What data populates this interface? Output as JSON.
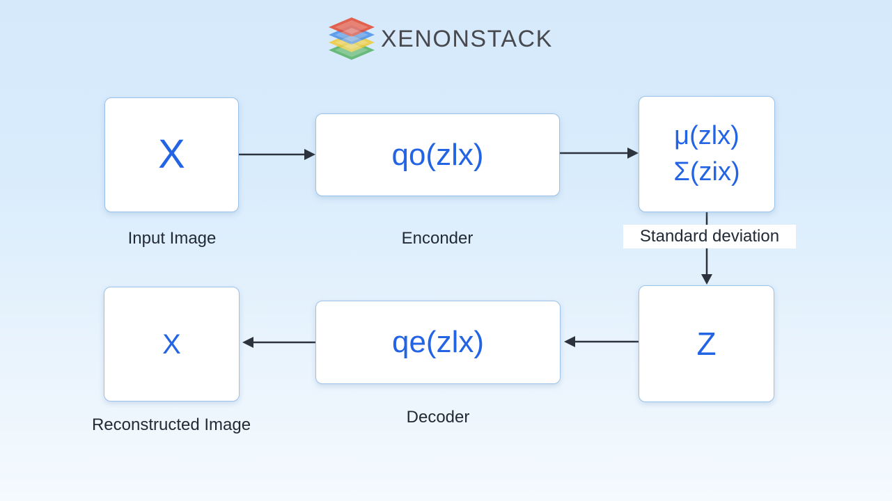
{
  "logo": {
    "brand": "XENONSTACK",
    "icon": "layered-stack-icon",
    "icon_colors": {
      "red": "#e24c36",
      "blue": "#4f93e8",
      "yellow": "#eecb3d",
      "green": "#58b368"
    },
    "text_color": "#47494e"
  },
  "colors": {
    "background_top": "#d5e9fb",
    "background_bottom": "#f4fafe",
    "formula_blue": "#2364e4",
    "label_dark": "#222a36",
    "box_border": "#9cc2ea",
    "box_fill": "#ffffff",
    "arrow": "#2c333c"
  },
  "diagram": {
    "input_box": {
      "formula": "X",
      "label": "Input Image"
    },
    "encoder_box": {
      "formula": "qo(zlx)",
      "label": "Enconder"
    },
    "distribution_box": {
      "mu": "μ(zlx)",
      "sigma": "Σ(zix)",
      "label": "Standard deviation"
    },
    "latent_box": {
      "formula": "Z"
    },
    "decoder_box": {
      "formula": "qe(zlx)",
      "label": "Decoder"
    },
    "output_box": {
      "formula": "X",
      "label": "Reconstructed Image"
    },
    "flow": [
      "input -> encoder",
      "encoder -> distribution",
      "distribution -> latent",
      "latent -> decoder",
      "decoder -> output"
    ]
  }
}
